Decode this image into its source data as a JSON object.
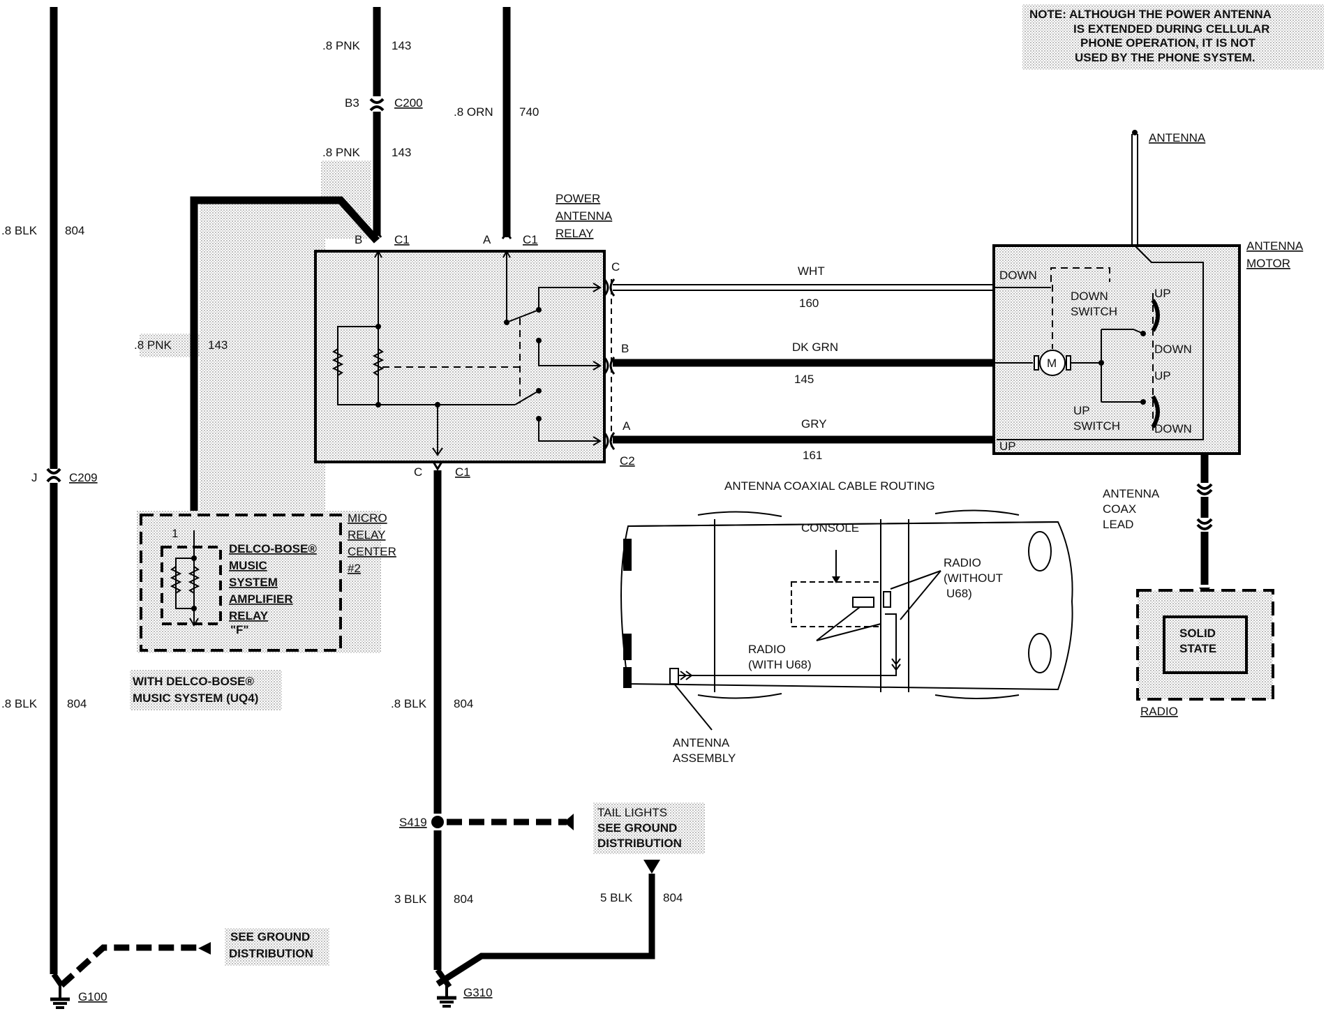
{
  "note": {
    "lines": [
      "NOTE: ALTHOUGH THE POWER ANTENNA",
      "IS EXTENDED DURING CELLULAR",
      "PHONE OPERATION, IT IS NOT",
      "USED BY THE PHONE SYSTEM."
    ]
  },
  "wires": {
    "blk804_gauge": ".8 BLK",
    "blk804_circuit": "804",
    "pnk143_gauge": ".8 PNK",
    "pnk143_circuit": "143",
    "orn740_gauge": ".8 ORN",
    "orn740_circuit": "740",
    "wht_color": "WHT",
    "wht_circuit": "160",
    "dkgrn_color": "DK GRN",
    "dkgrn_circuit": "145",
    "gry_color": "GRY",
    "gry_circuit": "161",
    "blk3_gauge": "3 BLK",
    "blk5_gauge": "5 BLK"
  },
  "connectors": {
    "c200_pin": "B3",
    "c200": "C200",
    "c209_pin": "J",
    "c209": "C209",
    "c1": "C1",
    "c2": "C2",
    "pin_a": "A",
    "pin_b": "B",
    "pin_c": "C",
    "pin_1": "1"
  },
  "components": {
    "relay": [
      "POWER",
      "ANTENNA",
      "RELAY"
    ],
    "antenna": "ANTENNA",
    "motor": [
      "ANTENNA",
      "MOTOR"
    ],
    "motor_down": "DOWN",
    "motor_up": "UP",
    "down_switch": [
      "DOWN",
      "SWITCH"
    ],
    "up_switch": [
      "UP",
      "SWITCH"
    ],
    "sw_up": "UP",
    "sw_down": "DOWN",
    "motor_m": "M",
    "coax_lead": [
      "ANTENNA",
      "COAX",
      "LEAD"
    ],
    "solid_state": [
      "SOLID",
      "STATE"
    ],
    "radio": "RADIO",
    "micro_relay": [
      "MICRO",
      "RELAY",
      "CENTER",
      "#2"
    ],
    "bose_relay": [
      "DELCO-BOSE®",
      "MUSIC",
      "SYSTEM",
      "AMPLIFIER",
      "RELAY",
      "\"F\""
    ],
    "bose_option": [
      "WITH DELCO-BOSE®",
      "MUSIC SYSTEM (UQ4)"
    ]
  },
  "routing": {
    "title": "ANTENNA COAXIAL CABLE ROUTING",
    "console": "CONSOLE",
    "radio_without": [
      "RADIO",
      "(WITHOUT",
      "U68)"
    ],
    "radio_with": [
      "RADIO",
      "(WITH U68)"
    ],
    "antenna_assembly": [
      "ANTENNA",
      "ASSEMBLY"
    ]
  },
  "grounds": {
    "s419": "S419",
    "tail_lights": [
      "TAIL LIGHTS",
      "SEE GROUND",
      "DISTRIBUTION"
    ],
    "see_ground": [
      "SEE GROUND",
      "DISTRIBUTION"
    ],
    "g100": "G100",
    "g310": "G310"
  },
  "colors": {
    "ink": "#000000",
    "screen": "#c9c9c9"
  }
}
